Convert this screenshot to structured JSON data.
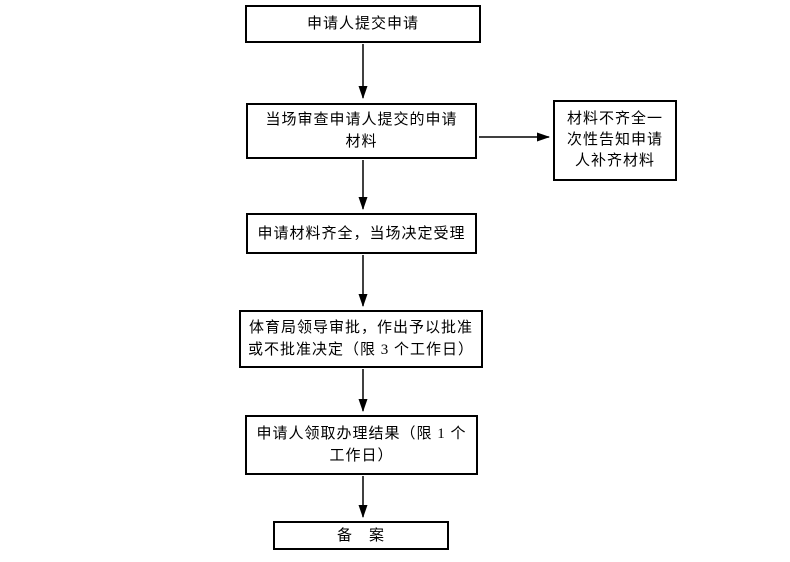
{
  "flowchart": {
    "nodes": [
      {
        "id": "submit",
        "label": "申请人提交申请"
      },
      {
        "id": "review",
        "label": "当场审查申请人提交的申请\n材料"
      },
      {
        "id": "incomplete-notice",
        "label": "材料不齐全一\n次性告知申请\n人补齐材料"
      },
      {
        "id": "accept",
        "label": "申请材料齐全，当场决定受理"
      },
      {
        "id": "approve",
        "label": "体育局领导审批，作出予以批准\n或不批准决定（限 3 个工作日）"
      },
      {
        "id": "result",
        "label": "申请人领取办理结果（限 1 个\n工作日）"
      },
      {
        "id": "record",
        "label": "备　案"
      }
    ],
    "edges": [
      {
        "from": "submit",
        "to": "review",
        "direction": "down"
      },
      {
        "from": "review",
        "to": "incomplete-notice",
        "direction": "right"
      },
      {
        "from": "review",
        "to": "accept",
        "direction": "down"
      },
      {
        "from": "accept",
        "to": "approve",
        "direction": "down"
      },
      {
        "from": "approve",
        "to": "result",
        "direction": "down"
      },
      {
        "from": "result",
        "to": "record",
        "direction": "down"
      }
    ],
    "colors": {
      "border": "#000000",
      "background": "#ffffff",
      "text": "#000000"
    }
  }
}
